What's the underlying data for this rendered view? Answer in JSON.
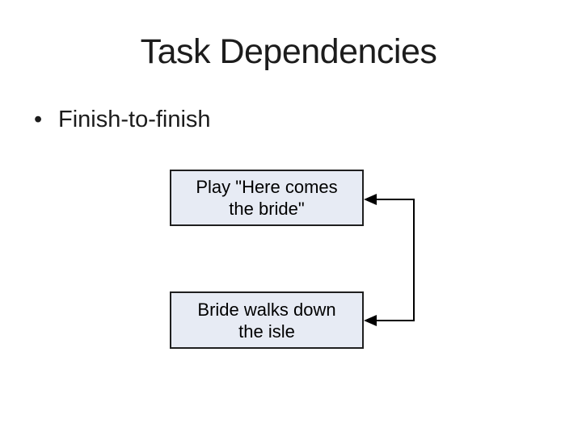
{
  "slide": {
    "title": "Task Dependencies",
    "bullet_glyph": "•",
    "bullet_text": "Finish-to-finish"
  },
  "diagram": {
    "relationship": "finish-to-finish",
    "boxes": [
      {
        "id": "task-1",
        "label": "Play \"Here comes\nthe bride\""
      },
      {
        "id": "task-2",
        "label": "Bride walks down\nthe isle"
      }
    ],
    "connector": {
      "shape": "right-elbow",
      "arrow_ends": "both-into-box-right-edges"
    },
    "colors": {
      "background": "#ffffff",
      "box_fill": "#e7ebf4",
      "box_border": "#1f1f1f",
      "connector": "#000000",
      "text": "#1c1c1c"
    }
  }
}
